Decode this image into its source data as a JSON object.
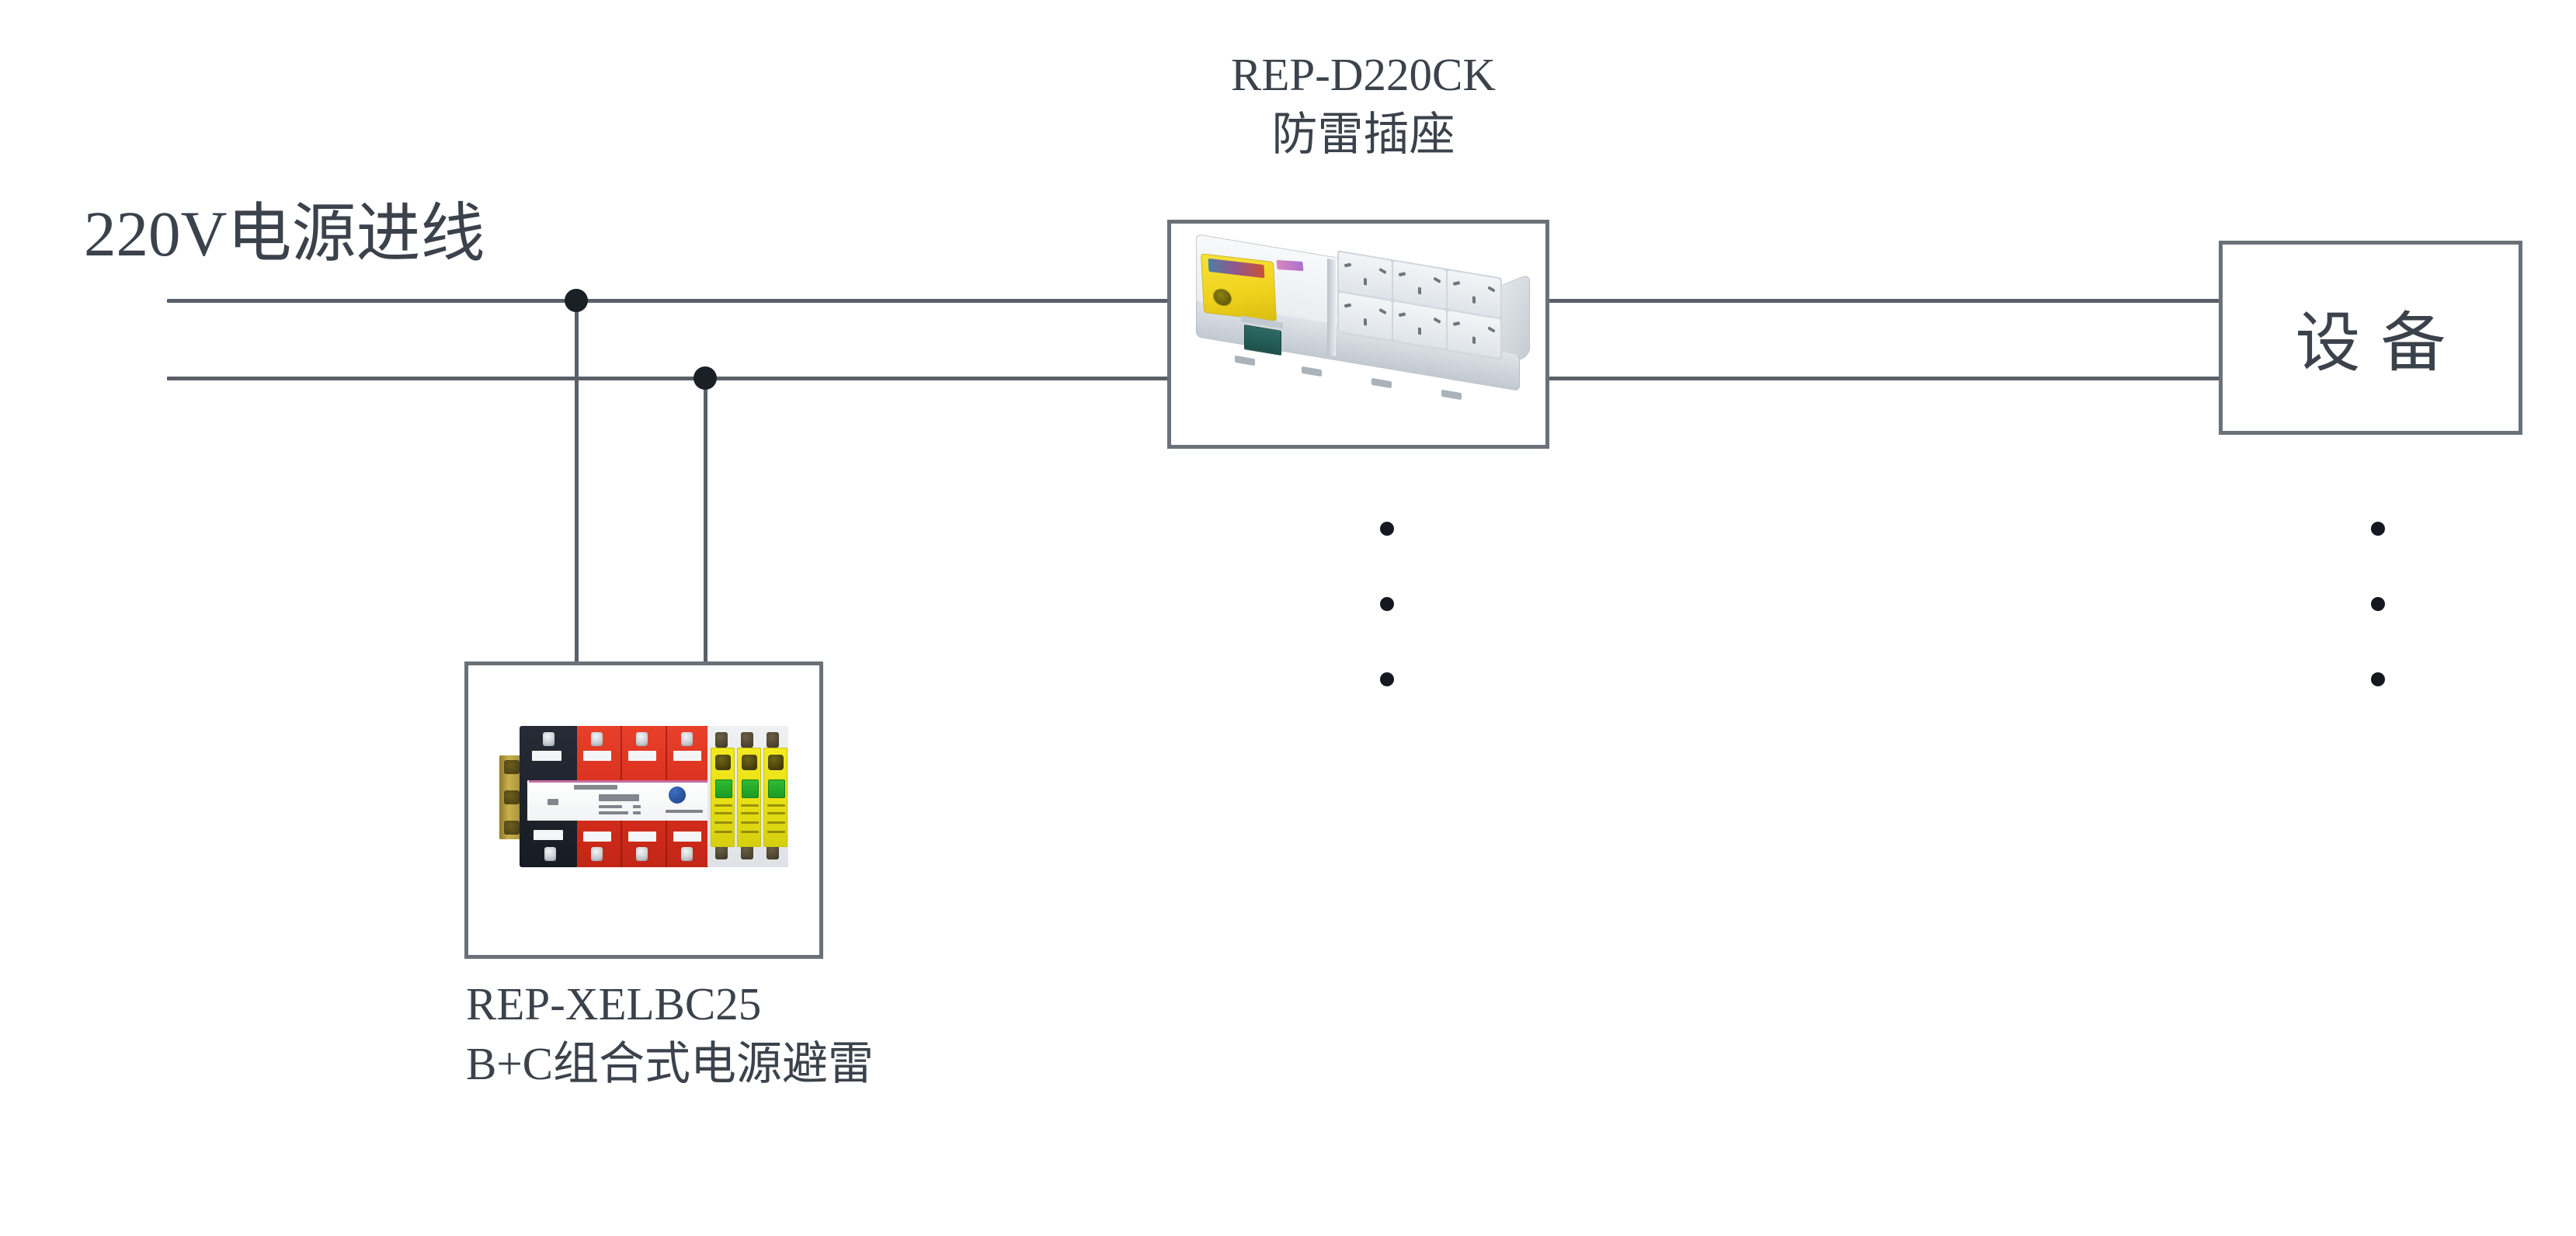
{
  "diagram": {
    "title": "220V power supply lightning protection wiring diagram",
    "accent_colors": {
      "wire": "#5a6068",
      "frame": "#6b7178",
      "text": "#3b424b",
      "junction": "#1b1f26",
      "spd_red": "#d72d1b",
      "spd_yellow": "#e8e014",
      "spd_green": "#1d9a24",
      "spd_black": "#1a1f28",
      "socket_yellow": "#efd21b",
      "socket_switch": "#23605a",
      "socket_body": "#e6eaee"
    }
  },
  "labels": {
    "incoming_power": "220V电源进线",
    "socket_model": "REP-D220CK",
    "socket_name": "防雷插座",
    "spd_model": "REP-XELBC25",
    "spd_name": "B+C组合式电源避雷",
    "equipment": "设备"
  },
  "nodes": {
    "socket_box": {
      "label": "REP-D220CK 防雷插座",
      "icon": "power-strip-icon",
      "sockets": 6,
      "socket_rows": 2,
      "socket_cols": 3
    },
    "spd_box": {
      "label": "REP-XELBC25 B+C组合式电源避雷",
      "icon": "surge-protector-icon",
      "modules": 3
    },
    "equipment_box": {
      "label": "设备"
    }
  },
  "wires": {
    "line_top_name": "live-line",
    "line_bottom_name": "neutral-line",
    "junction_count": 2,
    "ellipsis_marks": 2
  }
}
